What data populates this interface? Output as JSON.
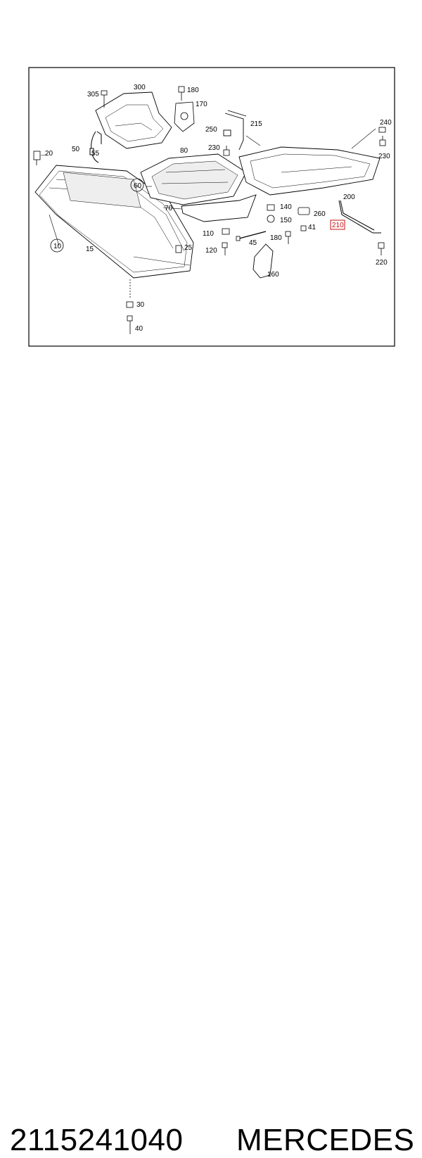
{
  "diagram": {
    "part_labels": [
      "305",
      "300",
      "180",
      "170",
      "250",
      "215",
      "240",
      "20",
      "50",
      "55",
      "230",
      "80",
      "230",
      "60",
      "70",
      "140",
      "260",
      "41",
      "200",
      "210",
      "110",
      "45",
      "150",
      "180",
      "10",
      "15",
      "120",
      "25",
      "160",
      "220",
      "30",
      "40"
    ],
    "highlighted_label": "210",
    "colors": {
      "line": "#000000",
      "highlight": "#c81010",
      "frame": "#000000"
    }
  },
  "caption": {
    "part_number": "2115241040",
    "brand": "MERCEDES"
  }
}
